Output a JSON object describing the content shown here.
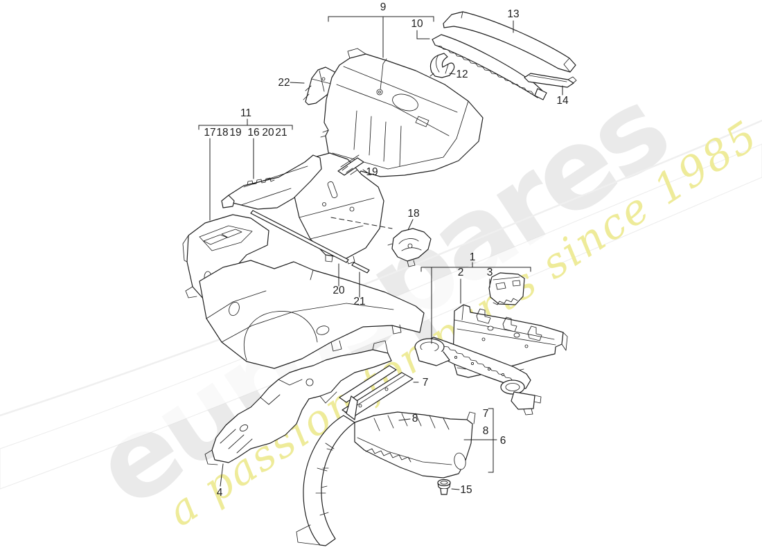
{
  "page": {
    "background": "#ffffff"
  },
  "watermark": {
    "brand": "eurospares",
    "tagline": "a passion for parts since 1985",
    "brand_color": "#eaeaea",
    "tagline_color": "#eeeb99"
  },
  "diagram": {
    "ink_color": "#1e1e1e",
    "callouts": {
      "c1": "1",
      "c2": "2",
      "c3": "3",
      "c4": "4",
      "c6": "6",
      "c7": "7",
      "c8": "8",
      "c9": "9",
      "c10": "10",
      "c11": "11",
      "c12": "12",
      "c13": "13",
      "c14": "14",
      "c15": "15",
      "c16": "16",
      "c17": "17",
      "c18": "18",
      "c19": "19",
      "c20": "20",
      "c21": "21",
      "c22": "22"
    }
  }
}
